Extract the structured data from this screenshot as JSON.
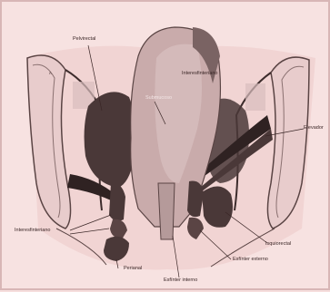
{
  "labels": {
    "pelvirectal": "Pelvirectal",
    "interesfinteriano": "Interesfinteriano",
    "submucoso": "Submucoso",
    "elevador": "Elevador",
    "interesfinteriano_2": "Interesfinteriano",
    "isquiorectal": "Isquiorectal",
    "esfinter_externo": "Esfínter externo",
    "perianal": "Perianal",
    "esfinter_interno": "Esfínter interno"
  },
  "colors": {
    "background": "#f7e2e1",
    "bone": "#e9cfcf",
    "fat_dark": "#4a3838",
    "muscle": "#7a6363",
    "rectal_wall": "#c7a9a9"
  }
}
